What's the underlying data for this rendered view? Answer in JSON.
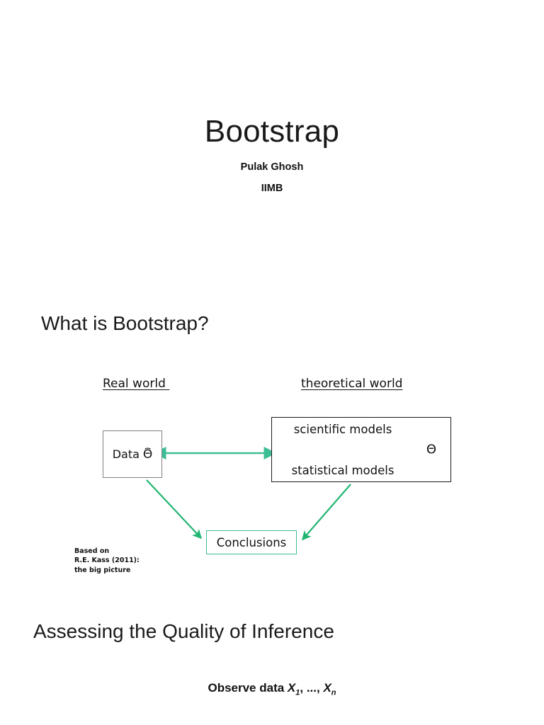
{
  "document": {
    "background_color": "#ffffff",
    "accent_color": "#3DBD96"
  },
  "slide_title": {
    "title": "Bootstrap",
    "author": "Pulak Ghosh",
    "affiliation": "IIMB"
  },
  "slide_what_is_bootstrap": {
    "heading": "What is Bootstrap?",
    "diagram": {
      "labels": {
        "real_world": "Real world ",
        "theoretical_world": "theoretical world"
      },
      "data_box": {
        "text": "Data",
        "estimator_symbol": "Θ",
        "hat": "⌢",
        "border_color": "#808080"
      },
      "models_box": {
        "scientific": "scientific models",
        "statistical": "statistical models",
        "parameter_symbol": "Θ",
        "border_color": "#1a1a1a"
      },
      "conclusions_box": {
        "text": "Conclusions",
        "border_color": "#3DBD96"
      },
      "arrows": [
        {
          "name": "data-to-models",
          "type": "double-horizontal",
          "color": "#3DBD96"
        },
        {
          "name": "scientific-to-statistical",
          "type": "double-vertical",
          "color": "#3DBD96"
        },
        {
          "name": "data-to-conclusions",
          "type": "single-diagonal",
          "color": "#22B573"
        },
        {
          "name": "models-to-conclusions",
          "type": "single-diagonal",
          "color": "#22B573"
        }
      ],
      "credit": "Based on\nR.E. Kass (2011):\nthe big picture"
    }
  },
  "slide_assessing": {
    "heading": "Assessing the Quality of Inference",
    "observe_prefix": "Observe data ",
    "observe_var": "X",
    "observe_sub_first": "1",
    "observe_mid": ", ..., ",
    "observe_sub_last": "n"
  }
}
